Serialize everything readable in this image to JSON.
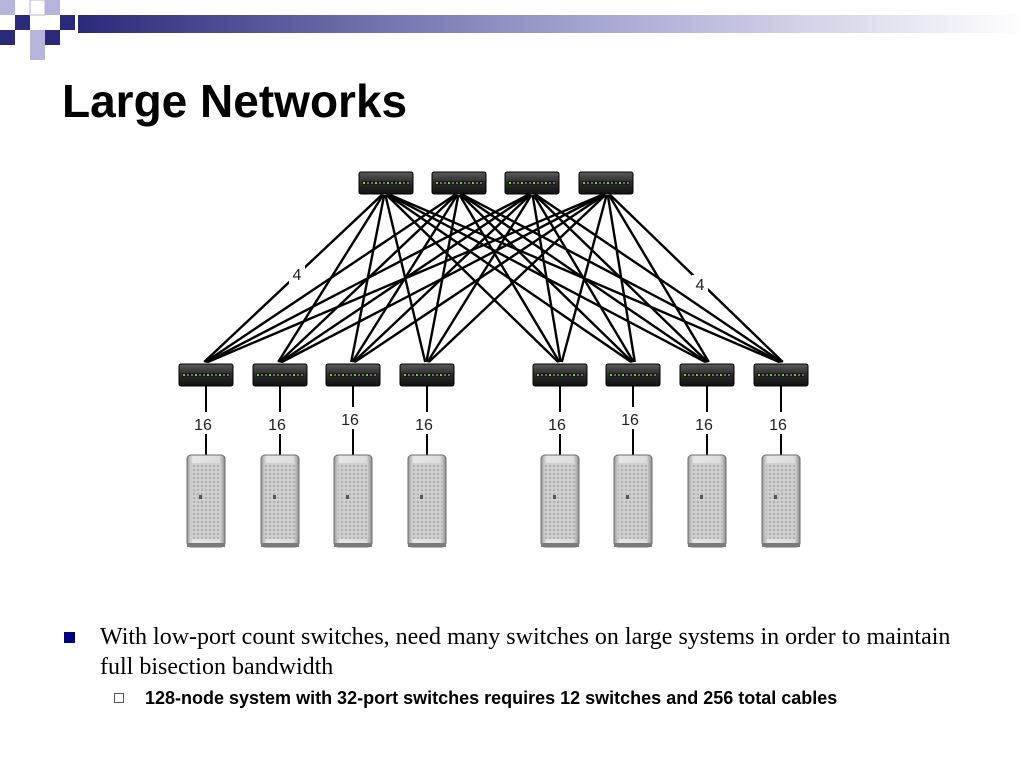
{
  "slide": {
    "title": "Large Networks"
  },
  "diagram": {
    "spine_switch_count": 4,
    "leaf_switch_count": 8,
    "server_count": 8,
    "uplink_label": "4",
    "server_link_label": "16"
  },
  "bullets": [
    {
      "level": 1,
      "text": "With low-port count switches, need many switches on large systems in order to maintain full bisection bandwidth"
    },
    {
      "level": 2,
      "text": "128-node system with 32-port switches requires 12 switches and 256 total cables"
    }
  ],
  "colors": {
    "bullet": "#000080",
    "deco_navy": "#2a2a7a",
    "deco_light": "#b4b4dc"
  }
}
